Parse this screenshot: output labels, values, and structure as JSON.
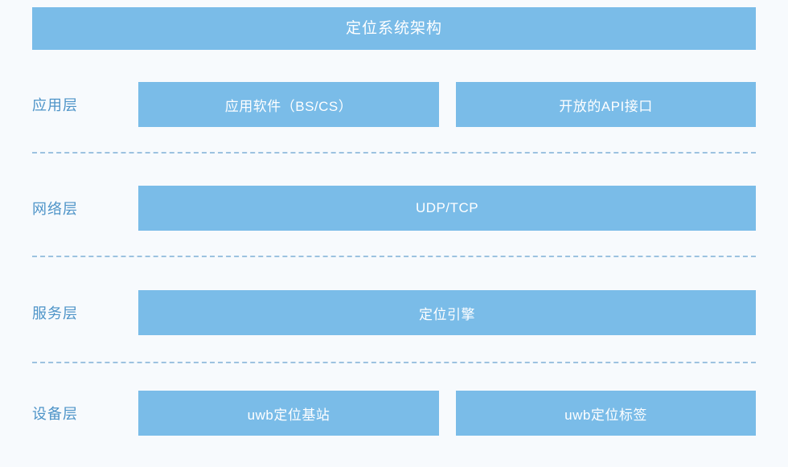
{
  "diagram": {
    "title": "定位系统架构",
    "colors": {
      "background": "#f7fafd",
      "box_fill": "#7abce8",
      "box_text": "#ffffff",
      "label_text": "#4e94c8",
      "divider": "#9cc2e0"
    },
    "layers": [
      {
        "label": "应用层",
        "boxes": [
          {
            "text": "应用软件（BS/CS）"
          },
          {
            "text": "开放的API接口"
          }
        ]
      },
      {
        "label": "网络层",
        "boxes": [
          {
            "text": "UDP/TCP"
          }
        ]
      },
      {
        "label": "服务层",
        "boxes": [
          {
            "text": "定位引擎"
          }
        ]
      },
      {
        "label": "设备层",
        "boxes": [
          {
            "text": "uwb定位基站"
          },
          {
            "text": "uwb定位标签"
          }
        ]
      }
    ]
  }
}
